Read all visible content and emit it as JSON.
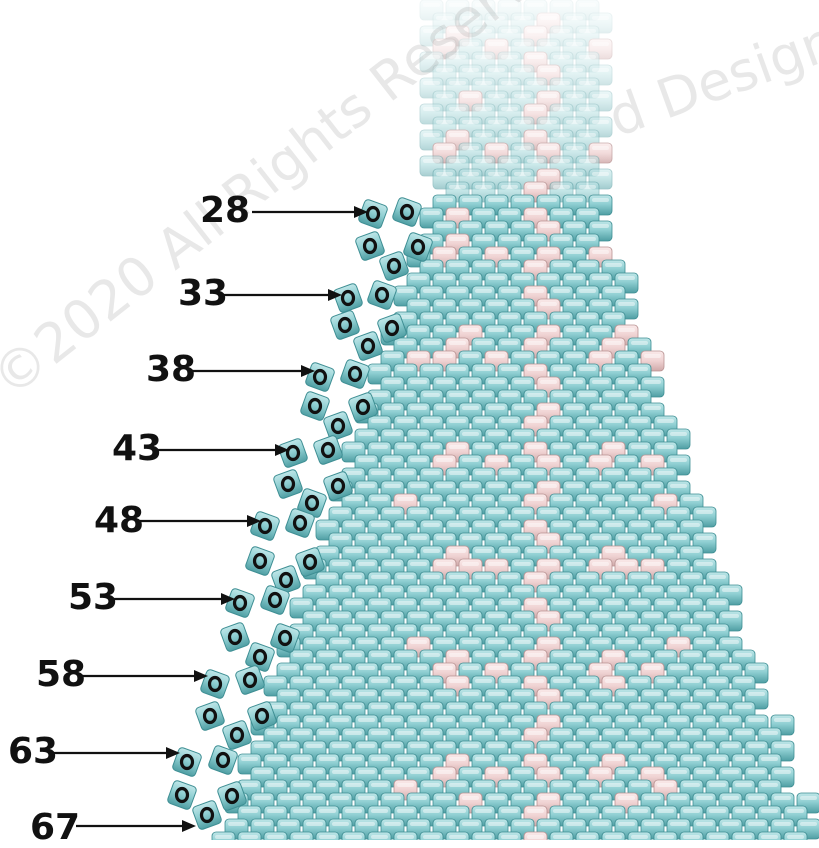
{
  "row_labels": [
    {
      "text": "28",
      "name": "row-label-28"
    },
    {
      "text": "33",
      "name": "row-label-33"
    },
    {
      "text": "38",
      "name": "row-label-38"
    },
    {
      "text": "43",
      "name": "row-label-43"
    },
    {
      "text": "48",
      "name": "row-label-48"
    },
    {
      "text": "53",
      "name": "row-label-53"
    },
    {
      "text": "58",
      "name": "row-label-58"
    },
    {
      "text": "63",
      "name": "row-label-63"
    },
    {
      "text": "67",
      "name": "row-label-67"
    }
  ],
  "watermark": {
    "left": "©2020 All Rights Reserved",
    "right": "d Design"
  },
  "colors": {
    "teal_bead": "#7fc3c6",
    "teal_dark": "#3e8e93",
    "pink_bead": "#eccfcf",
    "picot_frame": "#5fa5a9",
    "picot_hole": "#111111"
  },
  "icons": {
    "arrow": "arrow-right-icon",
    "bead": "bead-icon",
    "edge_bead": "picot-bead-icon"
  }
}
